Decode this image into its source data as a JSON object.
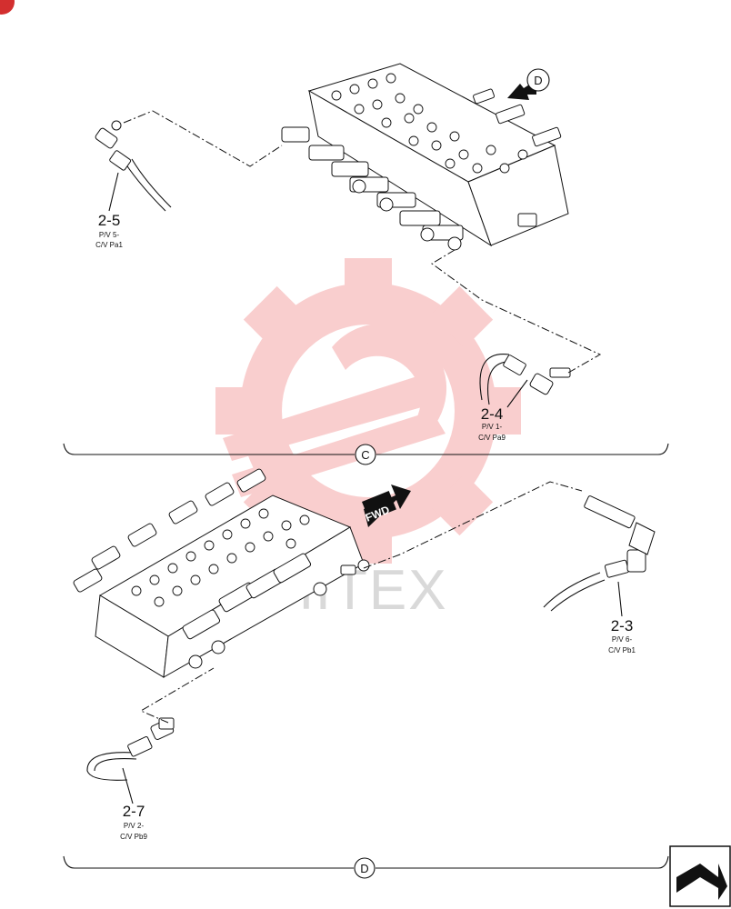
{
  "callouts": [
    {
      "ref": "2-5",
      "line1": "P/V 5-",
      "line2": "C/V Pa1"
    },
    {
      "ref": "2-4",
      "line1": "P/V 1-",
      "line2": "C/V Pa9"
    },
    {
      "ref": "2-3",
      "line1": "P/V 6-",
      "line2": "C/V Pb1"
    },
    {
      "ref": "2-7",
      "line1": "P/V 2-",
      "line2": "C/V Pb9"
    }
  ],
  "view_markers": {
    "upper_section": "C",
    "lower_section": "D",
    "view_arrow": "D"
  },
  "direction_label": "FWD",
  "watermark_text": "HITEX",
  "colors": {
    "watermark_red": "#f7a3a3",
    "badge_red": "#d32f2f",
    "line": "#111111"
  },
  "icons": [
    "next-page-icon",
    "gear-watermark-icon"
  ]
}
